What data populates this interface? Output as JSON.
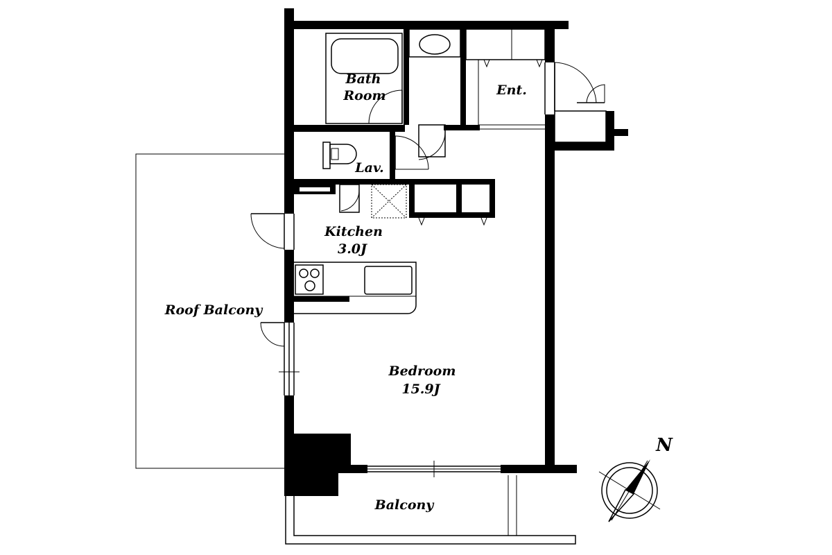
{
  "rooms": {
    "bath_line1": "Bath",
    "bath_line2": "Room",
    "entrance": "Ent.",
    "lavatory": "Lav.",
    "kitchen_name": "Kitchen",
    "kitchen_size": "3.0J",
    "roof_balcony": "Roof Balcony",
    "bedroom_name": "Bedroom",
    "bedroom_size": "15.9J",
    "balcony": "Balcony"
  },
  "compass": {
    "north": "N"
  }
}
